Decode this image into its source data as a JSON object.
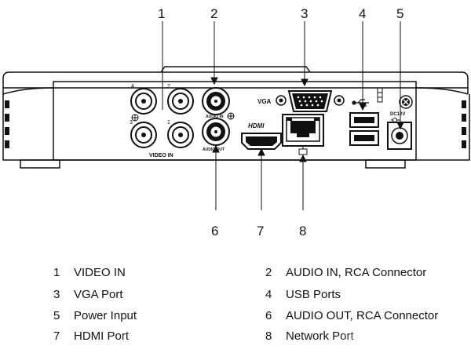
{
  "callouts": [
    {
      "n": "1"
    },
    {
      "n": "2"
    },
    {
      "n": "3"
    },
    {
      "n": "4"
    },
    {
      "n": "5"
    },
    {
      "n": "6"
    },
    {
      "n": "7"
    },
    {
      "n": "8"
    }
  ],
  "panel_labels": {
    "video_in": "VIDEO IN",
    "vga": "VGA",
    "hdmi": "HDMI",
    "audio_in": "AUDIO IN",
    "audio_out": "AUDIO OUT",
    "dc": "DC12V",
    "bnc_numbers": [
      "4",
      "2",
      "3",
      "1"
    ]
  },
  "legend": [
    {
      "n": "1",
      "label": "VIDEO IN"
    },
    {
      "n": "2",
      "label": "AUDIO IN, RCA Connector"
    },
    {
      "n": "3",
      "label": "VGA Port"
    },
    {
      "n": "4",
      "label": "USB Ports"
    },
    {
      "n": "5",
      "label": "Power Input"
    },
    {
      "n": "6",
      "label": "AUDIO OUT, RCA Connector"
    },
    {
      "n": "7",
      "label": "HDMI Port"
    },
    {
      "n": "8",
      "label": "Network Port"
    }
  ]
}
